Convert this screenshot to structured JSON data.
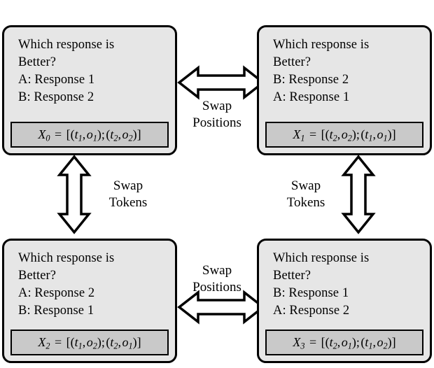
{
  "diagram": {
    "type": "four-quadrant-swap-diagram",
    "boxes": [
      {
        "id": "X0",
        "position": "top-left",
        "lines": [
          "Which response is",
          "Better?",
          "A: Response 1",
          "B: Response 2"
        ],
        "formula": {
          "var": "X",
          "var_sub": "0",
          "text": "X_0 = [(t_1,o_1); (t_2,o_2)]",
          "pairs": [
            {
              "t": "t",
              "t_sub": "1",
              "o": "o",
              "o_sub": "1"
            },
            {
              "t": "t",
              "t_sub": "2",
              "o": "o",
              "o_sub": "2"
            }
          ]
        }
      },
      {
        "id": "X1",
        "position": "top-right",
        "lines": [
          "Which response is",
          "Better?",
          "B: Response 2",
          "A: Response 1"
        ],
        "formula": {
          "var": "X",
          "var_sub": "1",
          "text": "X_1 = [(t_2,o_2); (t_1,o_1)]",
          "pairs": [
            {
              "t": "t",
              "t_sub": "2",
              "o": "o",
              "o_sub": "2"
            },
            {
              "t": "t",
              "t_sub": "1",
              "o": "o",
              "o_sub": "1"
            }
          ]
        }
      },
      {
        "id": "X2",
        "position": "bottom-left",
        "lines": [
          "Which response is",
          "Better?",
          "A: Response 2",
          "B: Response 1"
        ],
        "formula": {
          "var": "X",
          "var_sub": "2",
          "text": "X_2 = [(t_1,o_2); (t_2,o_1)]",
          "pairs": [
            {
              "t": "t",
              "t_sub": "1",
              "o": "o",
              "o_sub": "2"
            },
            {
              "t": "t",
              "t_sub": "2",
              "o": "o",
              "o_sub": "1"
            }
          ]
        }
      },
      {
        "id": "X3",
        "position": "bottom-right",
        "lines": [
          "Which response is",
          "Better?",
          "B: Response 1",
          "A: Response 2"
        ],
        "formula": {
          "var": "X",
          "var_sub": "3",
          "text": "X_3 = [(t_2,o_1); (t_1,o_2)]",
          "pairs": [
            {
              "t": "t",
              "t_sub": "2",
              "o": "o",
              "o_sub": "1"
            },
            {
              "t": "t",
              "t_sub": "1",
              "o": "o",
              "o_sub": "2"
            }
          ]
        }
      }
    ],
    "arrows": [
      {
        "id": "swap-positions-top",
        "orientation": "horizontal",
        "direction": "bidirectional",
        "connects": [
          "X0",
          "X1"
        ],
        "label_line1": "Swap",
        "label_line2": "Positions"
      },
      {
        "id": "swap-positions-bottom",
        "orientation": "horizontal",
        "direction": "bidirectional",
        "connects": [
          "X2",
          "X3"
        ],
        "label_line1": "Swap",
        "label_line2": "Positions"
      },
      {
        "id": "swap-tokens-left",
        "orientation": "vertical",
        "direction": "bidirectional",
        "connects": [
          "X0",
          "X2"
        ],
        "label_line1": "Swap",
        "label_line2": "Tokens"
      },
      {
        "id": "swap-tokens-right",
        "orientation": "vertical",
        "direction": "bidirectional",
        "connects": [
          "X1",
          "X3"
        ],
        "label_line1": "Swap",
        "label_line2": "Tokens"
      }
    ],
    "colors": {
      "box_fill": "#e6e6e6",
      "box_border": "#000000",
      "formula_fill": "#c9c9c9",
      "arrow_fill": "#ffffff",
      "arrow_stroke": "#000000",
      "text": "#000000",
      "background": "#ffffff"
    }
  }
}
